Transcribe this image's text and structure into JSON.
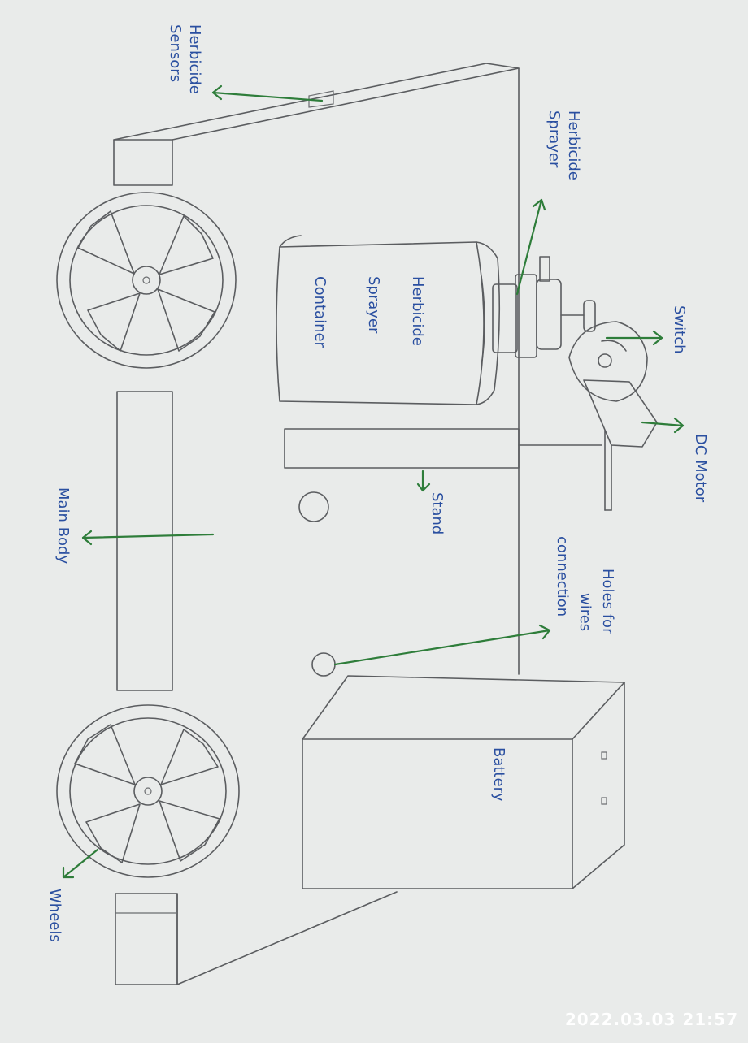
{
  "labels": {
    "herbicide_sensors": [
      "Herbicide",
      "Sensors"
    ],
    "herbicide_sprayer": [
      "Herbicide",
      "Sprayer"
    ],
    "sprayer_container": [
      "Herbicide",
      "Sprayer",
      "Container"
    ],
    "switch": "Switch",
    "dc_motor": "DC Motor",
    "stand": "Stand",
    "holes": [
      "Holes for",
      "wires",
      "connection"
    ],
    "main_body": "Main Body",
    "battery": "Battery",
    "wheels": "Wheels"
  },
  "timestamp": "2022.03.03 21:57",
  "colors": {
    "pencil": "#5b5d60",
    "arrow": "#2e7d3a",
    "ink": "#2a4fa0",
    "paper": "#e9ebea"
  }
}
